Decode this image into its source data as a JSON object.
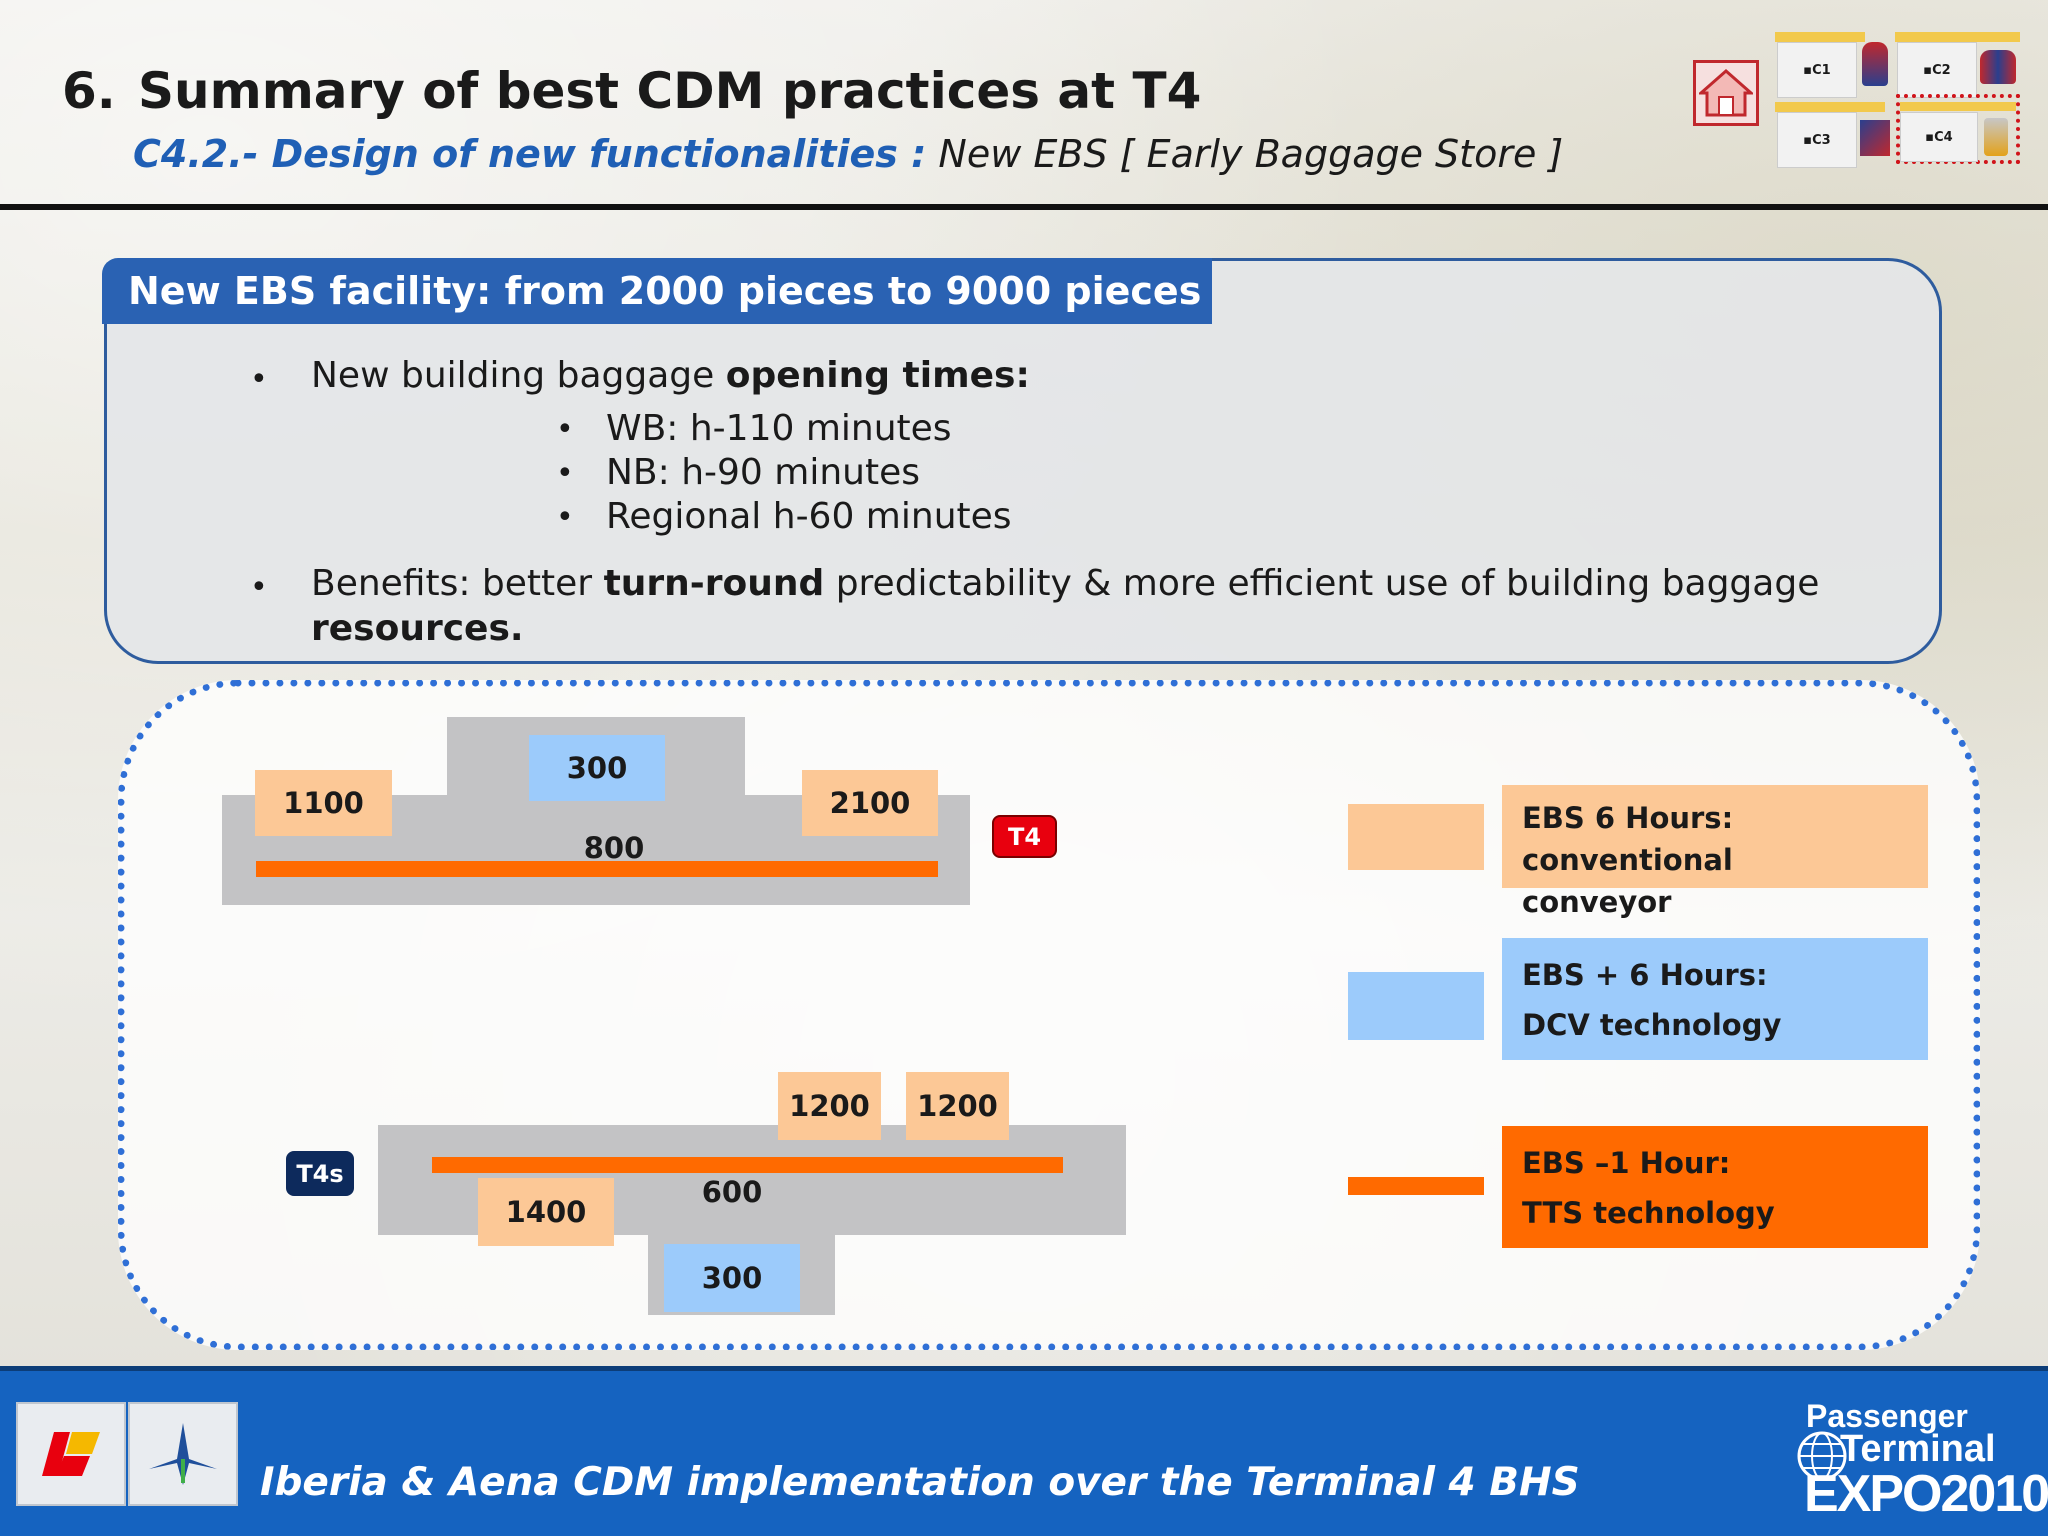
{
  "header": {
    "number": "6.",
    "title": "Summary of best CDM practices at T4",
    "subtitle_code": "C4.2.- Design of new functionalities :",
    "subtitle_rest": " New EBS [ Early Baggage Store ]"
  },
  "nav": {
    "home_icon": "home-icon",
    "c1": "▪C1",
    "c2": "▪C2",
    "c3": "▪C3",
    "c4": "▪C4",
    "accent": "#c0282d"
  },
  "panel": {
    "heading": "New EBS facility: from 2000 pieces to 9000 pieces",
    "b1_pre": "New building baggage ",
    "b1_bold": "opening times:",
    "sub1": "WB: h-110 minutes",
    "sub2": "NB: h-90 minutes",
    "sub3": "Regional h-60 minutes",
    "b2_pre": "Benefits: better ",
    "b2_bold": "turn-round",
    "b2_post": " predictability & more efficient use of building baggage",
    "b2_line2": "resources."
  },
  "diagram": {
    "t4": {
      "badge": "T4",
      "left": "1100",
      "top": "300",
      "right": "2100",
      "center": "800"
    },
    "t4s": {
      "badge": "T4s",
      "top1": "1200",
      "top2": "1200",
      "center": "600",
      "left": "1400",
      "bottom": "300"
    },
    "legend": {
      "conventional_l1": "EBS 6 Hours: conventional",
      "conventional_l2": "conveyor",
      "dcv_l1": "EBS + 6 Hours:",
      "dcv_l2": "DCV technology",
      "tts_l1": "EBS –1 Hour:",
      "tts_l2": "TTS technology"
    },
    "colors": {
      "conventional": "#fcc896",
      "dcv": "#9ccbfb",
      "tts": "#ff6a00",
      "building": "#c3c3c5",
      "t4_badge": "#e8000e",
      "t4s_badge": "#0d2a5c"
    }
  },
  "footer": {
    "text": "Iberia & Aena CDM implementation over the Terminal 4 BHS",
    "logo_line1": "Passenger",
    "logo_line2": "Terminal",
    "logo_line3": "EXPO2010"
  }
}
